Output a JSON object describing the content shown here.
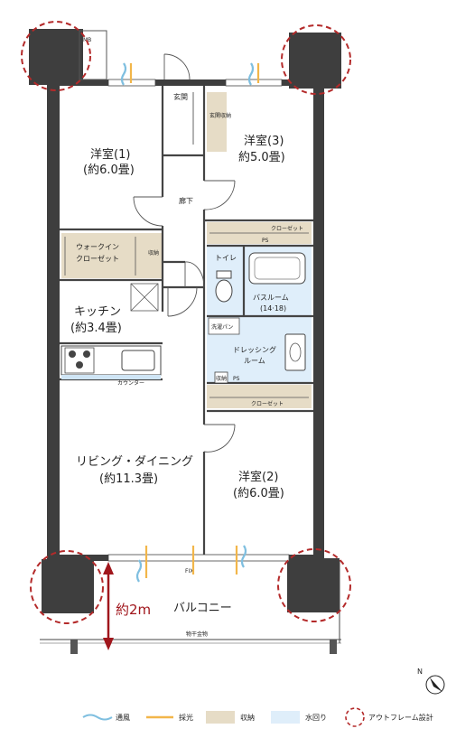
{
  "colors": {
    "wall": "#3e3e3e",
    "storage_fill": "#e6dcc6",
    "water_fill": "#dfeefa",
    "outframe": "#b42a2a",
    "arrow": "#a0161c",
    "breeze": "#7fbfe0",
    "light": "#f2b64a"
  },
  "labels": {
    "mb": "MB",
    "genkan": "玄関",
    "genkan_storage": "玄関収納",
    "western1_name": "洋室(1)",
    "western1_size": "(約6.0畳)",
    "western3_name": "洋室(3)",
    "western3_size": "約5.0畳)",
    "hallway": "廊下",
    "closet_top": "クローゼット",
    "ps_top": "PS",
    "walkin_line1": "ウォークイン",
    "walkin_line2": "クローゼット",
    "shuno": "収納",
    "toilet": "トイレ",
    "bath_name": "バスルーム",
    "bath_size": "(14·18)",
    "washer_pan": "洗濯パン",
    "kitchen_name": "キッチン",
    "kitchen_size": "(約3.4畳)",
    "counter": "カウンター",
    "dressing_line1": "ドレッシング",
    "dressing_line2": "ルーム",
    "shuno_small": "収納",
    "ps_mid": "PS",
    "closet_mid": "クローゼット",
    "living_name": "リビング・ダイニング",
    "living_size": "(約11.3畳)",
    "western2_name": "洋室(2)",
    "western2_size": "(約6.0畳)",
    "fix": "FIX",
    "balcony": "バルコニー",
    "depth": "約2m",
    "hanger": "物干金物",
    "north": "N"
  },
  "legend": {
    "breeze": "通風",
    "light": "採光",
    "storage": "収納",
    "water": "水回り",
    "outframe": "アウトフレーム設計"
  }
}
